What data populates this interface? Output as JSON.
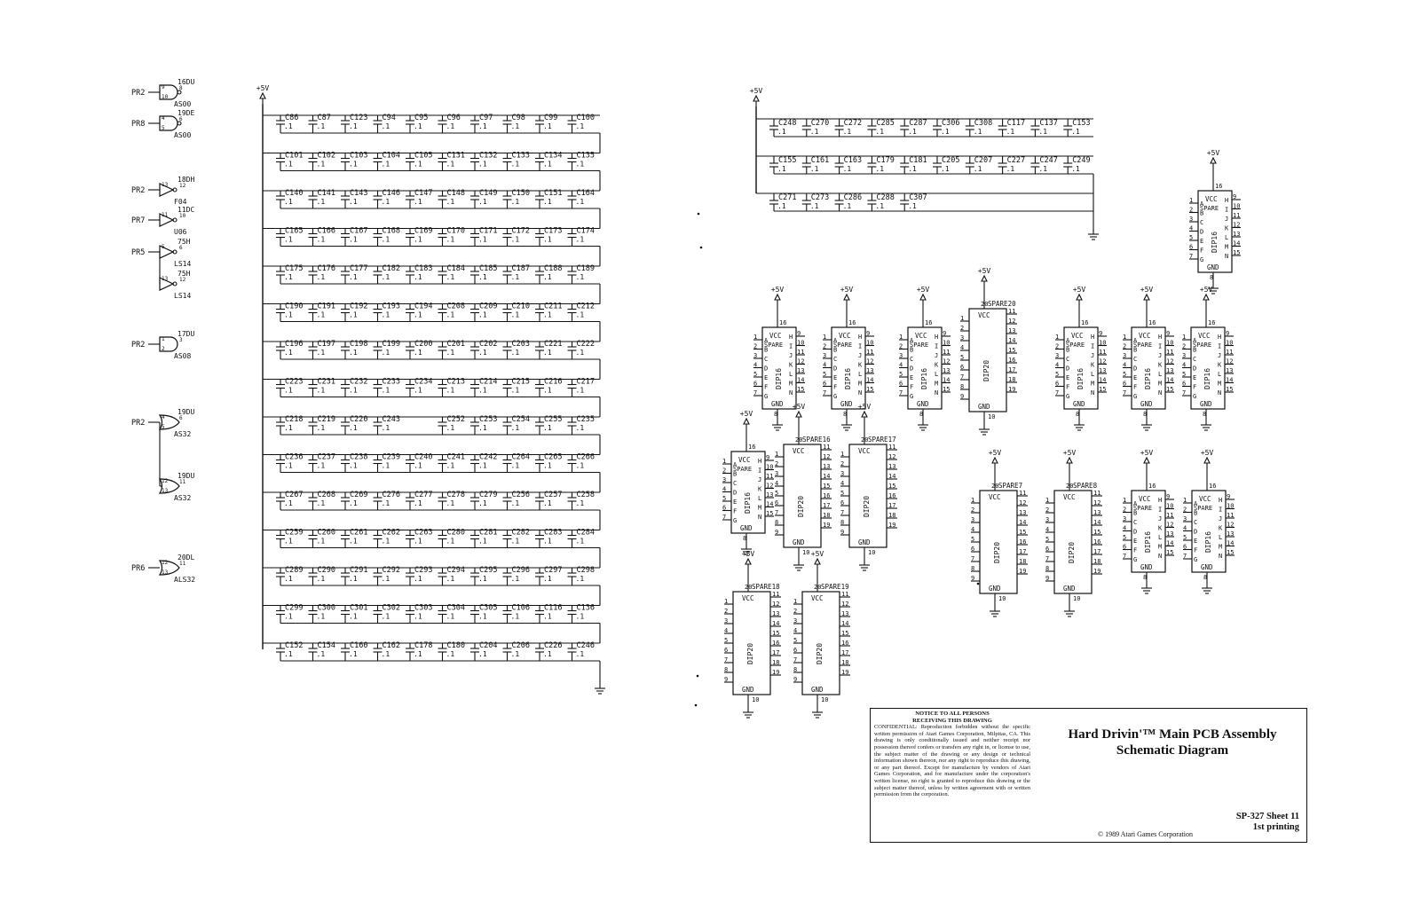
{
  "supply_label": "+5V",
  "gates": [
    {
      "net": "PR2",
      "ref": "16DU",
      "type": "AS00",
      "pin_a": "9",
      "pin_b": "10",
      "pin_out": "8",
      "kind": "nand"
    },
    {
      "net": "PR8",
      "ref": "19DE",
      "type": "AS00",
      "pin_a": "4",
      "pin_b": "5",
      "pin_out": "6",
      "kind": "nand"
    },
    {
      "net": "PR2",
      "ref": "18DH",
      "type": "F04",
      "pin_a": "13",
      "pin_b": "",
      "pin_out": "12",
      "kind": "inv"
    },
    {
      "net": "PR7",
      "ref": "11DC",
      "type": "U06",
      "pin_a": "11",
      "pin_b": "",
      "pin_out": "10",
      "kind": "inv"
    },
    {
      "net": "PR5",
      "ref": "75H",
      "type": "LS14",
      "pin_a": "5",
      "pin_b": "",
      "pin_out": "6",
      "kind": "inv"
    },
    {
      "net": "",
      "ref": "75H",
      "type": "LS14",
      "pin_a": "13",
      "pin_b": "",
      "pin_out": "12",
      "kind": "inv"
    },
    {
      "net": "PR2",
      "ref": "17DU",
      "type": "AS08",
      "pin_a": "1",
      "pin_b": "2",
      "pin_out": "3",
      "kind": "and"
    },
    {
      "net": "PR2",
      "ref": "19DU",
      "type": "AS32",
      "pin_a": "4",
      "pin_b": "5",
      "pin_out": "6",
      "kind": "or"
    },
    {
      "net": "",
      "ref": "19DU",
      "type": "AS32",
      "pin_a": "12",
      "pin_b": "13",
      "pin_out": "11",
      "kind": "or"
    },
    {
      "net": "PR6",
      "ref": "20DL",
      "type": "ALS32",
      "pin_a": "12",
      "pin_b": "13",
      "pin_out": "11",
      "kind": "or"
    }
  ],
  "capacitor_value": ".1",
  "cap_bank_left": [
    [
      "C86",
      "C87",
      "C123",
      "C94",
      "C95",
      "C96",
      "C97",
      "C98",
      "C99",
      "C100"
    ],
    [
      "C101",
      "C102",
      "C103",
      "C104",
      "C105",
      "C131",
      "C132",
      "C133",
      "C134",
      "C135"
    ],
    [
      "C140",
      "C141",
      "C143",
      "C146",
      "C147",
      "C148",
      "C149",
      "C150",
      "C151",
      "C164"
    ],
    [
      "C165",
      "C166",
      "C167",
      "C168",
      "C169",
      "C170",
      "C171",
      "C172",
      "C173",
      "C174"
    ],
    [
      "C175",
      "C176",
      "C177",
      "C182",
      "C183",
      "C184",
      "C185",
      "C187",
      "C188",
      "C189"
    ],
    [
      "C190",
      "C191",
      "C192",
      "C193",
      "C194",
      "C208",
      "C209",
      "C210",
      "C211",
      "C212"
    ],
    [
      "C196",
      "C197",
      "C198",
      "C199",
      "C200",
      "C201",
      "C202",
      "C203",
      "C221",
      "C222"
    ],
    [
      "C223",
      "C231",
      "C232",
      "C233",
      "C234",
      "C213",
      "C214",
      "C215",
      "C216",
      "C217"
    ],
    [
      "C218",
      "C219",
      "C220",
      "C243",
      "",
      "C252",
      "C253",
      "C254",
      "C255",
      "C235"
    ],
    [
      "C236",
      "C237",
      "C238",
      "C239",
      "C240",
      "C241",
      "C242",
      "C264",
      "C265",
      "C266"
    ],
    [
      "C267",
      "C268",
      "C269",
      "C276",
      "C277",
      "C278",
      "C279",
      "C256",
      "C257",
      "C258"
    ],
    [
      "C259",
      "C260",
      "C261",
      "C262",
      "C263",
      "C280",
      "C281",
      "C282",
      "C283",
      "C284"
    ],
    [
      "C289",
      "C290",
      "C291",
      "C292",
      "C293",
      "C294",
      "C295",
      "C296",
      "C297",
      "C298"
    ],
    [
      "C299",
      "C300",
      "C301",
      "C302",
      "C303",
      "C304",
      "C305",
      "C106",
      "C116",
      "C136"
    ],
    [
      "C152",
      "C154",
      "C160",
      "C162",
      "C178",
      "C180",
      "C204",
      "C206",
      "C226",
      "C246"
    ]
  ],
  "cap_bank_right": [
    [
      "C248",
      "C270",
      "C272",
      "C285",
      "C287",
      "C306",
      "C308",
      "C117",
      "C137",
      "C153"
    ],
    [
      "C155",
      "C161",
      "C163",
      "C179",
      "C181",
      "C205",
      "C207",
      "C227",
      "C247",
      "C249"
    ],
    [
      "C271",
      "C273",
      "C286",
      "C288",
      "C307"
    ]
  ],
  "dip16": {
    "vcc": "VCC",
    "gnd": "GND",
    "body": "DIP16",
    "spare": "SPARE",
    "vcc_pin": "16",
    "gnd_pin": "8",
    "left_pins": [
      "1",
      "2",
      "3",
      "4",
      "5",
      "6",
      "7"
    ],
    "right_pins": [
      "9",
      "10",
      "11",
      "12",
      "13",
      "14",
      "15"
    ],
    "left_letters": [
      "A",
      "B",
      "C",
      "D",
      "E",
      "F",
      "G"
    ],
    "right_letters": [
      "H",
      "I",
      "J",
      "K",
      "L",
      "M",
      "N"
    ]
  },
  "dip20": {
    "vcc": "VCC",
    "gnd": "GND",
    "body": "DIP20",
    "vcc_pin": "20",
    "gnd_pin": "10",
    "left_pins": [
      "1",
      "2",
      "3",
      "4",
      "5",
      "6",
      "7",
      "8",
      "9"
    ],
    "right_pins": [
      "11",
      "12",
      "13",
      "14",
      "15",
      "16",
      "17",
      "18",
      "19"
    ],
    "labels": [
      "SPARE20",
      "SPARE16",
      "SPARE17",
      "SPARE7",
      "SPARE8",
      "SPARE18",
      "SPARE19"
    ]
  },
  "notice": {
    "heading_1": "NOTICE TO ALL PERSONS",
    "heading_2": "RECEIVING THIS DRAWING",
    "body": "CONFIDENTIAL: Reproduction forbidden without the specific written permission of Atari Games Corporation, Milpitas, CA. This drawing is only conditionally issued and neither receipt nor possession thereof confers or transfers any right in, or license to use, the subject matter of the drawing or any design or technical information shown thereon, nor any right to reproduce this drawing, or any part thereof. Except for manufacture by vendors of Atari Games Corporation, and for manufacture under the corporation's written license, no right is granted to reproduce this drawing or the subject matter thereof, unless by written agreement with or written permission from the corporation."
  },
  "title": {
    "line1": "Hard Drivin'™ Main PCB Assembly",
    "line2": "Schematic Diagram",
    "sheet": "SP-327  Sheet 11",
    "printing": "1st printing",
    "copyright": "© 1989 Atari Games Corporation"
  }
}
